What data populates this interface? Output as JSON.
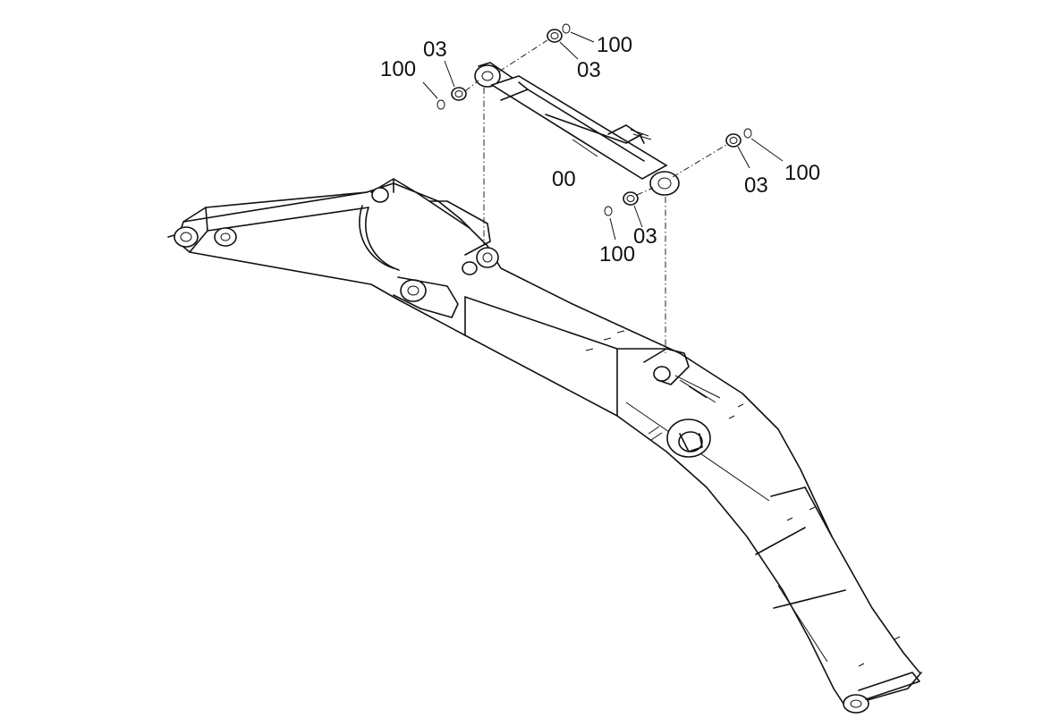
{
  "diagram": {
    "callouts": [
      {
        "id": "c1",
        "text": "100"
      },
      {
        "id": "c2",
        "text": "03"
      },
      {
        "id": "c3",
        "text": "100"
      },
      {
        "id": "c4",
        "text": "03"
      },
      {
        "id": "c5",
        "text": "00"
      },
      {
        "id": "c6",
        "text": "03"
      },
      {
        "id": "c7",
        "text": "100"
      },
      {
        "id": "c8",
        "text": "100"
      },
      {
        "id": "c9",
        "text": "03"
      }
    ]
  }
}
